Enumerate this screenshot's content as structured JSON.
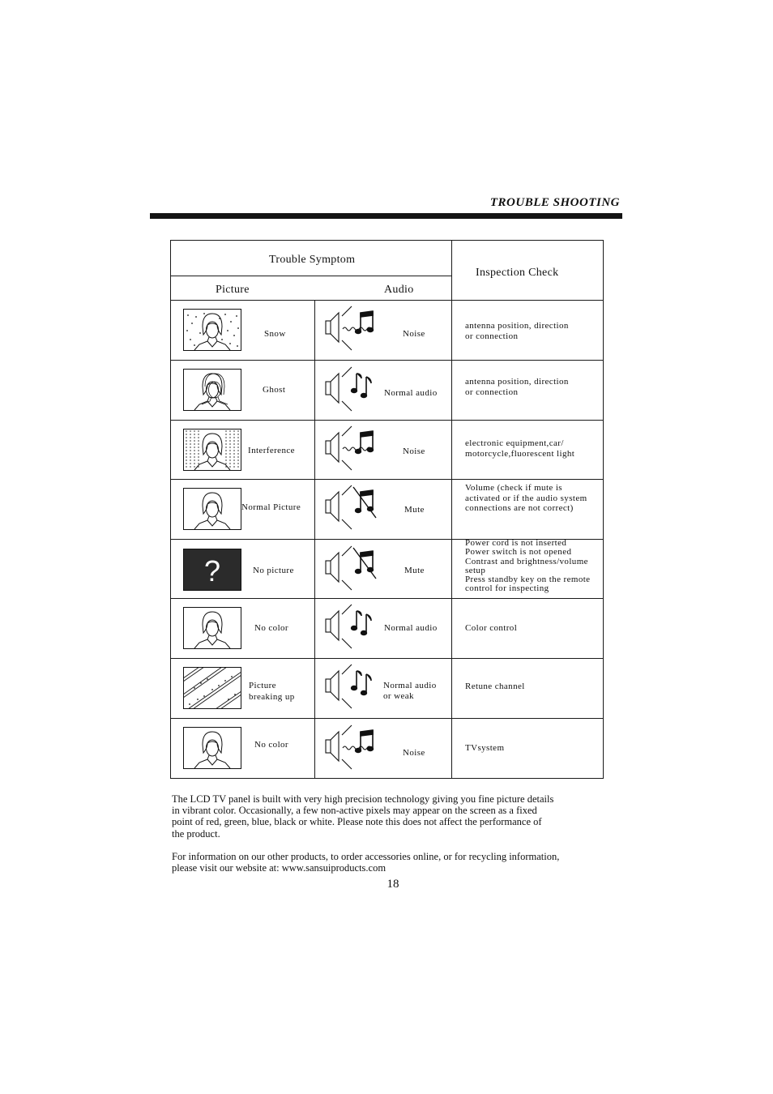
{
  "header": {
    "section_title": "TROUBLE SHOOTING"
  },
  "table": {
    "symptom_header": "Trouble Symptom",
    "check_header": "Inspection Check",
    "picture_header": "Picture",
    "audio_header": "Audio",
    "rows": [
      {
        "picture_type": "snow-face-icon",
        "picture": [
          "Snow"
        ],
        "audio_type": "noise-speaker-icon",
        "audio": [
          "Noise"
        ],
        "check": [
          "antenna position, direction",
          "or connection"
        ]
      },
      {
        "picture_type": "ghost-face-icon",
        "picture": [
          "Ghost"
        ],
        "audio_type": "normal-speaker-icon",
        "audio": [
          "Normal audio"
        ],
        "check": [
          " antenna position, direction",
          "or connection"
        ]
      },
      {
        "picture_type": "interference-face-icon",
        "picture": [
          "Interference"
        ],
        "audio_type": "noise-speaker-icon",
        "audio": [
          "Noise"
        ],
        "check": [
          " electronic equipment,car/",
          "motorcycle,fluorescent light"
        ]
      },
      {
        "picture_type": "normal-face-icon",
        "picture": [
          "Normal Picture"
        ],
        "audio_type": "mute-speaker-icon",
        "audio": [
          "Mute"
        ],
        "check": [
          " Volume (check if mute is",
          "activated or if the audio system",
          "connections are  not correct)"
        ]
      },
      {
        "picture_type": "no-picture-icon",
        "picture": [
          "No picture"
        ],
        "audio_type": "mute-speaker-icon",
        "audio": [
          "Mute"
        ],
        "check": [
          "Power cord is not inserted",
          "Power switch is not opened",
          "Contrast and brightness/volume",
          "setup",
          "Press standby key on the remote",
          "control for inspecting"
        ]
      },
      {
        "picture_type": "normal-face-icon",
        "picture": [
          "No color"
        ],
        "audio_type": "normal-speaker-icon",
        "audio": [
          "Normal audio"
        ],
        "check": [
          "Color control"
        ]
      },
      {
        "picture_type": "breaking-picture-icon",
        "picture": [
          "Picture",
          "breaking up"
        ],
        "audio_type": "normal-speaker-icon",
        "audio": [
          " Normal audio",
          "or weak"
        ],
        "check": [
          "Retune channel"
        ]
      },
      {
        "picture_type": "normal-face-icon",
        "picture": [
          "No color"
        ],
        "audio_type": "noise-speaker-icon",
        "audio": [
          "Noise"
        ],
        "check": [
          "TVsystem"
        ]
      }
    ]
  },
  "notes": {
    "panel_note": [
      "The LCD TV panel is built with very high precision technology giving you fine picture details",
      "in vibrant color.  Occasionally, a few non-active pixels may appear on the screen as a fixed",
      "point of red, green, blue, black or white.  Please note this does not affect the performance of",
      "the product."
    ],
    "website_note": [
      "For information on our other products, to order accessories online, or for recycling information,",
      "please visit our website at:   www.sansuiproducts.com"
    ]
  },
  "page_number": "18"
}
